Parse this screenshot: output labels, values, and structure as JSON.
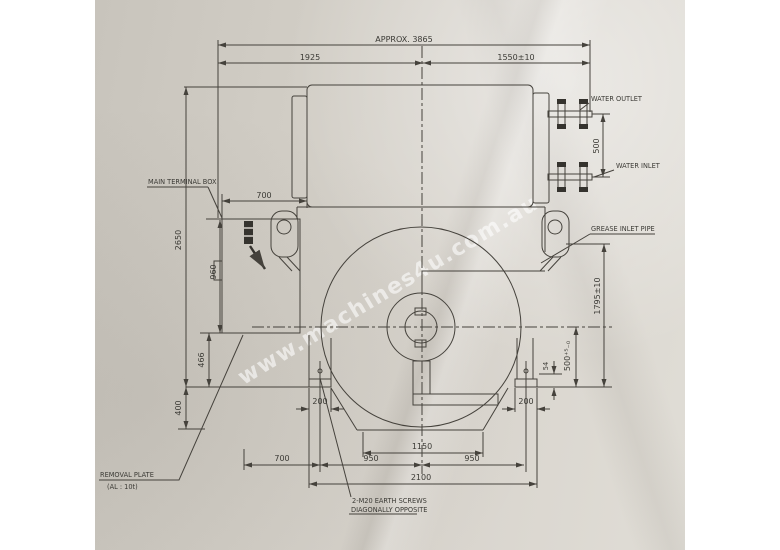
{
  "watermark": {
    "text": "www.machines4u.com.au"
  },
  "drawing": {
    "top_dims": {
      "overall": "APPROX. 3865",
      "left_half": "1925",
      "right_half": "1550±10"
    },
    "left_dims": {
      "overall_height": "2650",
      "terminal_box_width": "700",
      "terminal_box_height": "960",
      "below_box": "466",
      "pit_depth": "400"
    },
    "right_dims": {
      "pipe_spacing": "500",
      "side_height": "1795±10",
      "shaft_center_height": "500⁺⁵₋₀",
      "foot_pad_height": "54"
    },
    "bottom_dims": {
      "base_opening": "1150",
      "foot_offset": "700",
      "foot_span_left": "950",
      "foot_span_right": "950",
      "foot_span_total": "2100",
      "foot_pad_left": "200",
      "foot_pad_right": "200"
    },
    "labels": {
      "water_outlet": "WATER OUTLET",
      "water_inlet": "WATER INLET",
      "main_terminal_box": "MAIN TERMINAL BOX",
      "grease_inlet_pipe": "GREASE INLET PIPE",
      "removal_plate_1": "REMOVAL PLATE",
      "removal_plate_2": "(AL : 10t)",
      "earth_screws_1": "2-M20 EARTH SCREWS",
      "earth_screws_2": "DIAGONALLY OPPOSITE"
    }
  }
}
